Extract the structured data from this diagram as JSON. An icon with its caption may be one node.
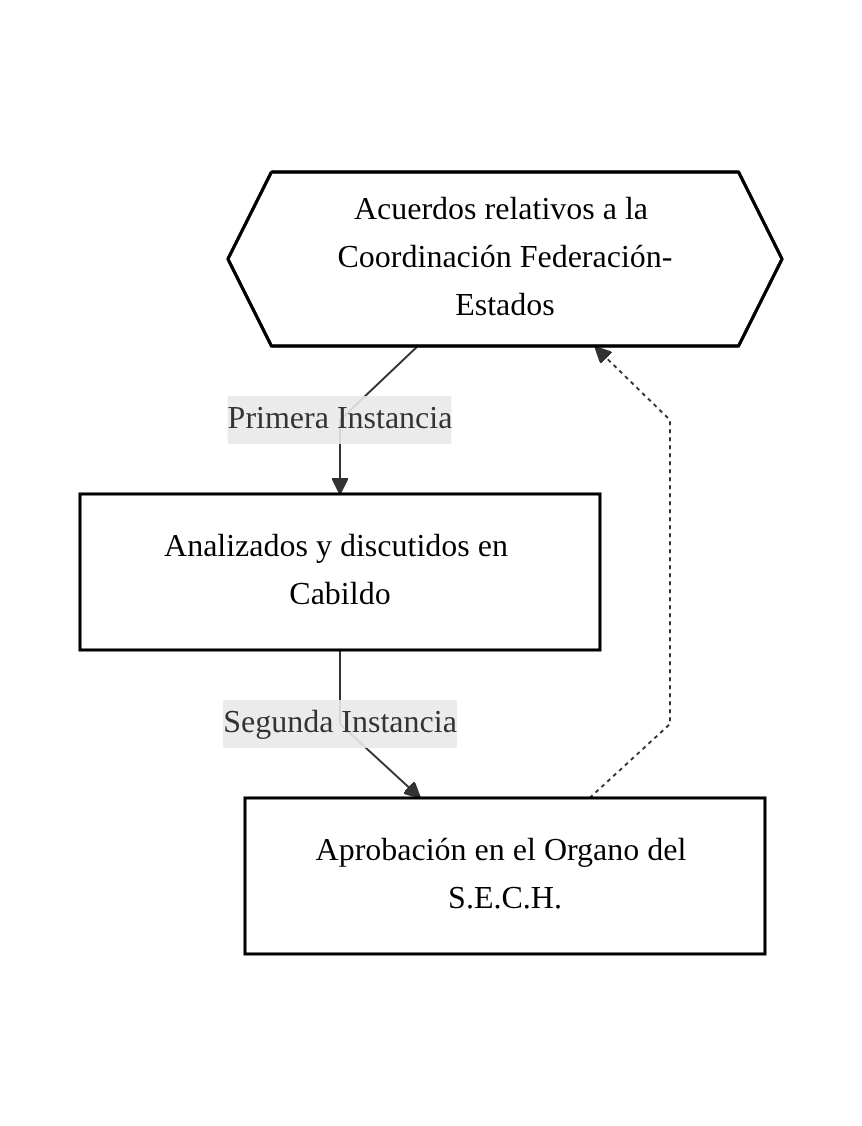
{
  "diagram": {
    "nodes": [
      {
        "text": [
          "Acuerdos relativos a la Coordinación Federación-Estados"
        ]
      },
      {
        "text": [
          "Analizados y discutidos en Cabildo"
        ]
      },
      {
        "text": [
          "Aprobación en el Organo del S.E.C.H."
        ]
      }
    ],
    "edges": [
      {
        "from": 0,
        "to": 1,
        "arrow": "to",
        "label": "Primera Instancia"
      },
      {
        "from": 1,
        "to": 2,
        "arrow": "to",
        "label": "Segunda Instancia"
      },
      {
        "from": 2,
        "to": 0,
        "arrow": "to",
        "style": "dashed"
      }
    ]
  }
}
